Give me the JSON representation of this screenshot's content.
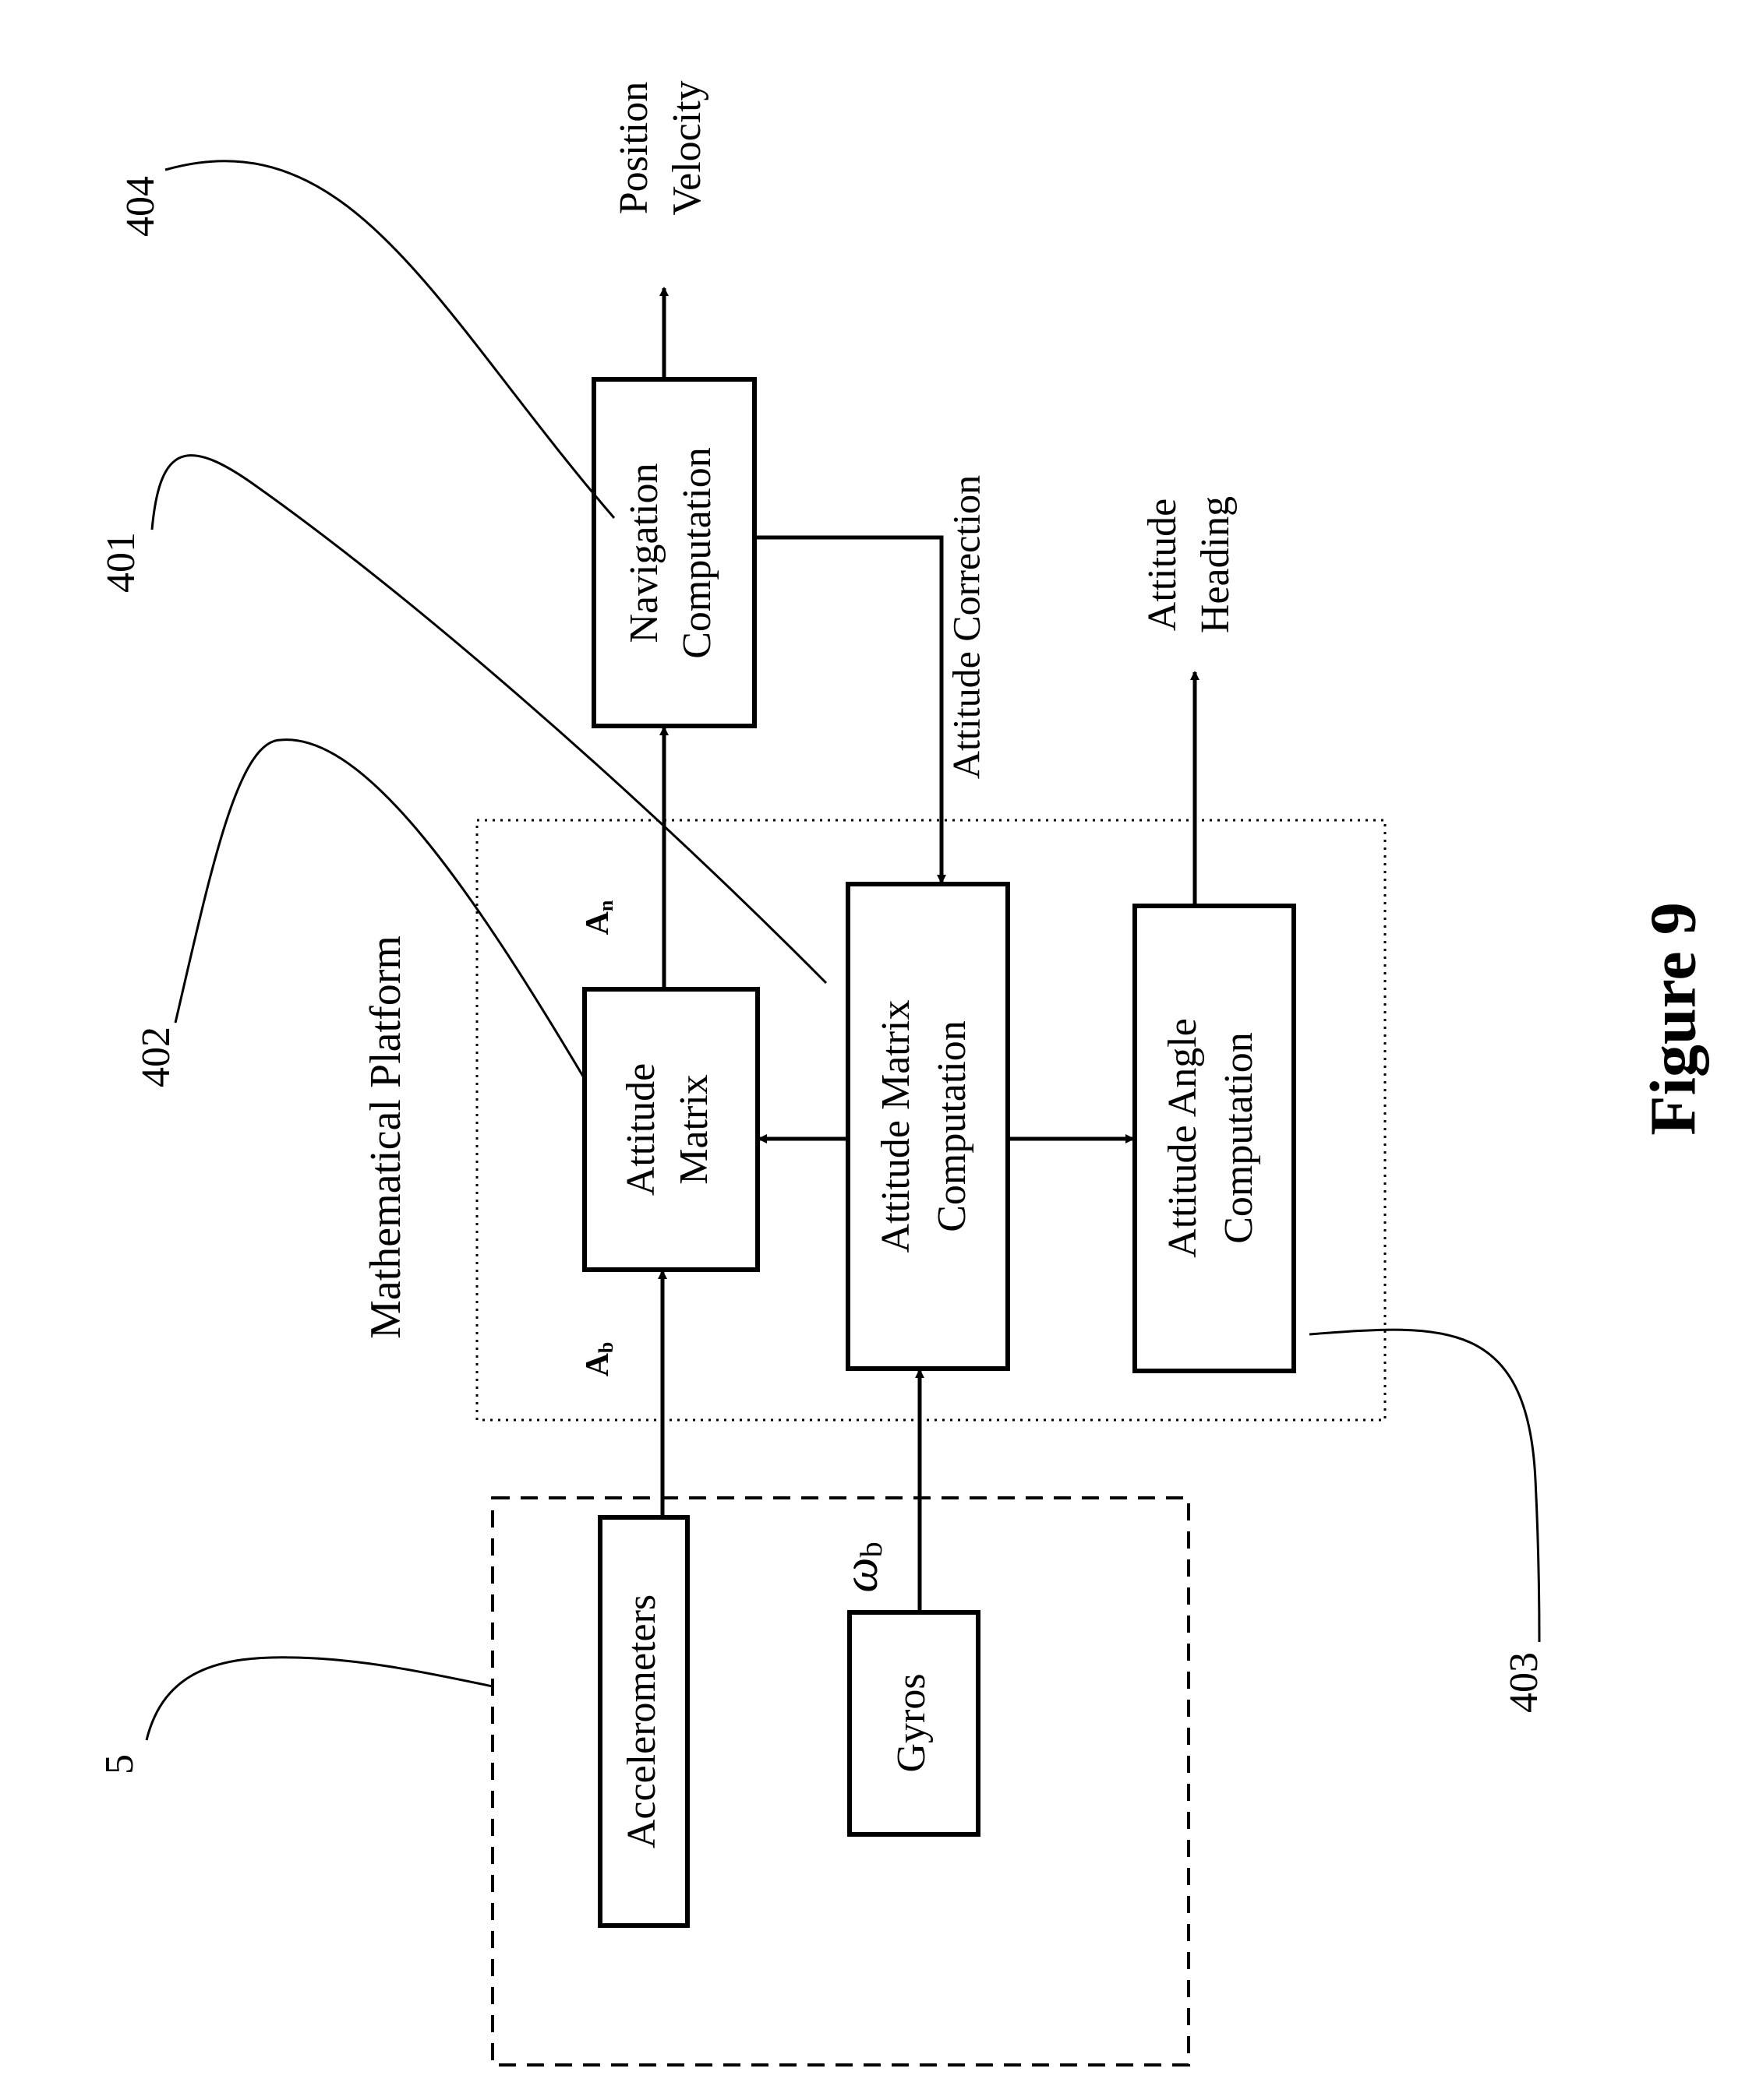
{
  "figure": {
    "caption": "Figure 9"
  },
  "platform": {
    "title": "Mathematical Platform"
  },
  "blocks": {
    "attitude_matrix": [
      "Attitude",
      "Matrix"
    ],
    "attitude_matrix_computation": [
      "Attitude Matrix",
      "Computation"
    ],
    "attitude_angle_computation": [
      "Attitude Angle",
      "Computation"
    ],
    "navigation_computation": [
      "Navigation",
      "Computation"
    ],
    "accelerometers": "Accelerometers",
    "gyros": "Gyros"
  },
  "signals": {
    "ab": {
      "main": "A",
      "sub": "b"
    },
    "an": {
      "main": "A",
      "sub": "n"
    },
    "omega_b": {
      "main": "ω",
      "sub": "b"
    },
    "attitude_correction": "Attitude Correction"
  },
  "outputs": {
    "position_velocity": [
      "Position",
      "Velocity"
    ],
    "attitude_heading": [
      "Attitude",
      "Heading"
    ]
  },
  "refs": {
    "r404": "404",
    "r401": "401",
    "r402": "402",
    "r403": "403",
    "r5": "5"
  }
}
